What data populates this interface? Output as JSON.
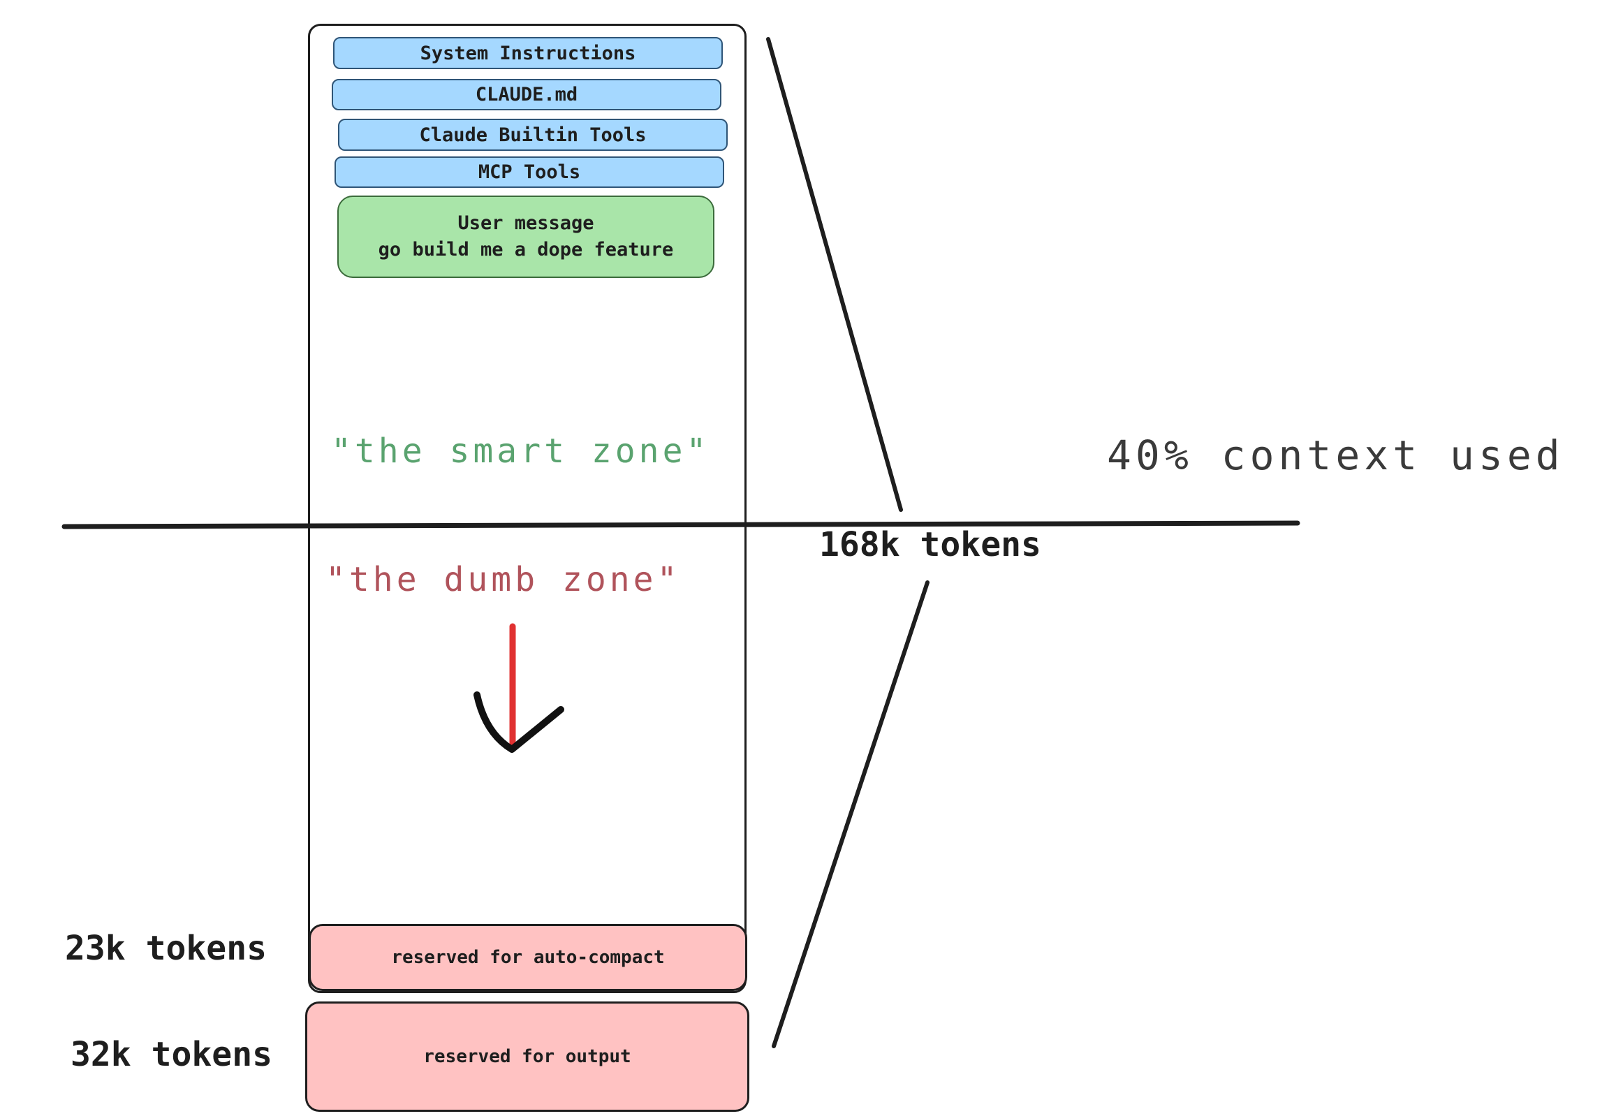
{
  "colors": {
    "ink": "#1e1e1e",
    "tool_block": "#a5d8ff",
    "user_block": "#a9e5a9",
    "reserved_block": "#ffc2c2",
    "smart_zone_text": "#5aa36f",
    "dumb_zone_text": "#b0535b",
    "arrow_red": "#e03131"
  },
  "context_window": {
    "blocks": [
      "System Instructions",
      "CLAUDE.md",
      "Claude Builtin Tools",
      "MCP Tools"
    ],
    "user_message": {
      "title": "User message",
      "body": "go build me a dope feature"
    },
    "smart_zone": "\"the smart zone\"",
    "dumb_zone": "\"the dumb zone\"",
    "reserved_auto_compact": "reserved for auto-compact",
    "reserved_output": "reserved for output"
  },
  "labels": {
    "threshold_tokens": "168k tokens",
    "auto_compact_tokens": "23k tokens",
    "output_tokens": "32k tokens",
    "context_used": "40% context used"
  },
  "icons": {
    "arrow": "down-arrow-icon"
  }
}
